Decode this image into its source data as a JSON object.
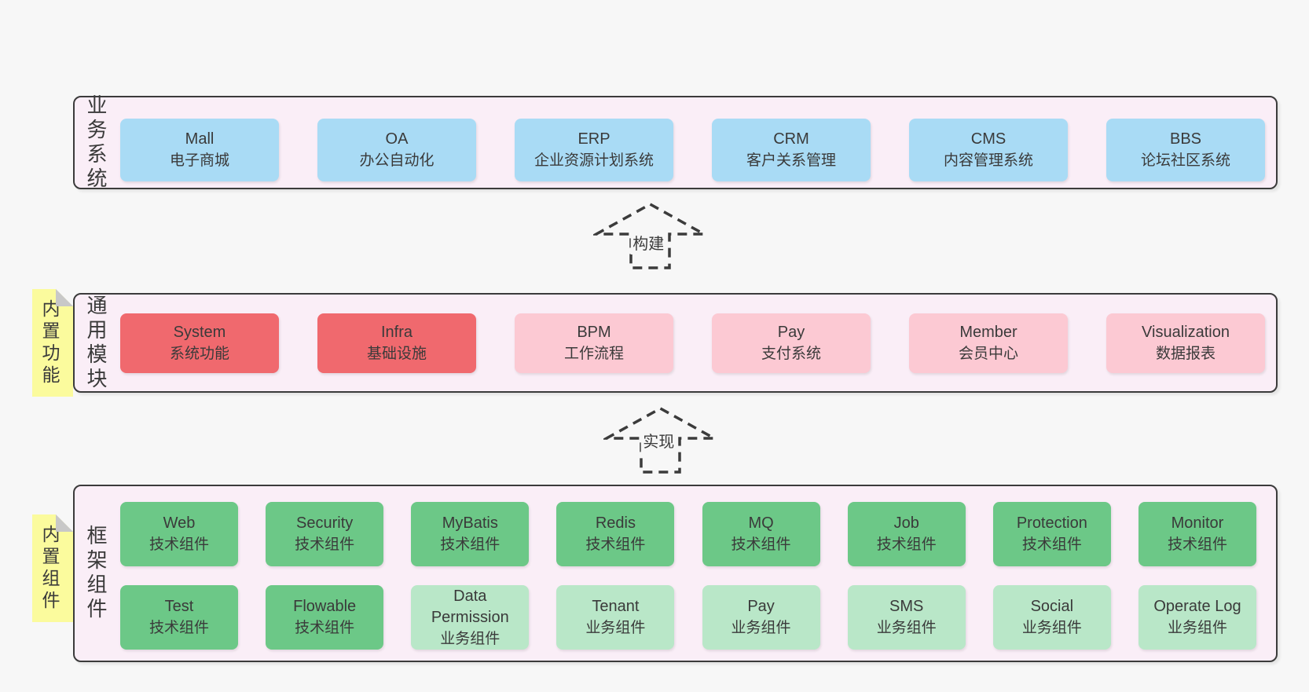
{
  "business": {
    "label": "业务系统",
    "items": [
      {
        "en": "Mall",
        "zh": "电子商城"
      },
      {
        "en": "OA",
        "zh": "办公自动化"
      },
      {
        "en": "ERP",
        "zh": "企业资源计划系统"
      },
      {
        "en": "CRM",
        "zh": "客户关系管理"
      },
      {
        "en": "CMS",
        "zh": "内容管理系统"
      },
      {
        "en": "BBS",
        "zh": "论坛社区系统"
      }
    ]
  },
  "arrows": {
    "build": "构建",
    "implement": "实现"
  },
  "modules": {
    "label": "通用模块",
    "sticky": "内置功能",
    "items": [
      {
        "en": "System",
        "zh": "系统功能"
      },
      {
        "en": "Infra",
        "zh": "基础设施"
      },
      {
        "en": "BPM",
        "zh": "工作流程"
      },
      {
        "en": "Pay",
        "zh": "支付系统"
      },
      {
        "en": "Member",
        "zh": "会员中心"
      },
      {
        "en": "Visualization",
        "zh": "数据报表"
      }
    ]
  },
  "framework": {
    "label": "框架组件",
    "sticky": "内置组件",
    "row1": [
      {
        "en": "Web",
        "zh": "技术组件"
      },
      {
        "en": "Security",
        "zh": "技术组件"
      },
      {
        "en": "MyBatis",
        "zh": "技术组件"
      },
      {
        "en": "Redis",
        "zh": "技术组件"
      },
      {
        "en": "MQ",
        "zh": "技术组件"
      },
      {
        "en": "Job",
        "zh": "技术组件"
      },
      {
        "en": "Protection",
        "zh": "技术组件"
      },
      {
        "en": "Monitor",
        "zh": "技术组件"
      }
    ],
    "row2": [
      {
        "en": "Test",
        "zh": "技术组件"
      },
      {
        "en": "Flowable",
        "zh": "技术组件"
      },
      {
        "en": "Data Permission",
        "zh": "业务组件"
      },
      {
        "en": "Tenant",
        "zh": "业务组件"
      },
      {
        "en": "Pay",
        "zh": "业务组件"
      },
      {
        "en": "SMS",
        "zh": "业务组件"
      },
      {
        "en": "Social",
        "zh": "业务组件"
      },
      {
        "en": "Operate Log",
        "zh": "业务组件"
      }
    ]
  },
  "colors": {
    "page_bg": "#f7f7f7",
    "section_bg": "#faeef7",
    "section_border": "#3b3b3b",
    "business_box": "#a9dbf5",
    "core_module_box": "#f0696e",
    "module_box": "#fcc9d3",
    "tech_component_box": "#6cc887",
    "biz_component_box": "#b9e7c8",
    "sticky_note": "#fbfb9d",
    "sticky_fold": "#c8c8c8",
    "text": "#3a3a3a"
  }
}
